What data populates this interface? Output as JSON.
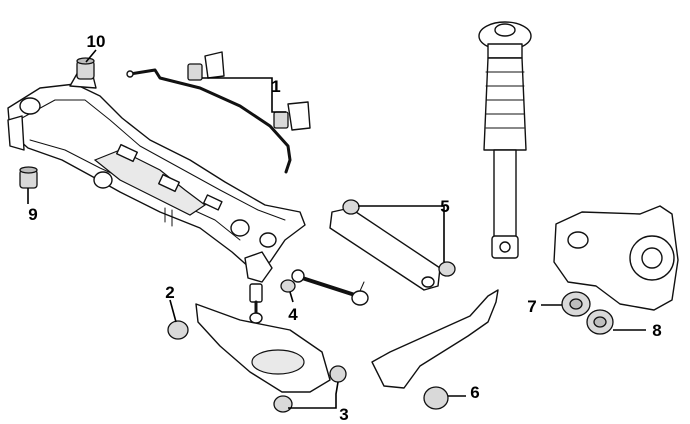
{
  "diagram": {
    "callouts": [
      {
        "id": "c1",
        "label": "1"
      },
      {
        "id": "c2",
        "label": "2"
      },
      {
        "id": "c3",
        "label": "3"
      },
      {
        "id": "c4",
        "label": "4"
      },
      {
        "id": "c5",
        "label": "5"
      },
      {
        "id": "c6",
        "label": "6"
      },
      {
        "id": "c7",
        "label": "7"
      },
      {
        "id": "c8",
        "label": "8"
      },
      {
        "id": "c9",
        "label": "9"
      },
      {
        "id": "c10",
        "label": "10"
      }
    ]
  },
  "colors": {
    "line": "#111111",
    "bushing_fill": "#d9d9d9",
    "background": "#ffffff"
  }
}
